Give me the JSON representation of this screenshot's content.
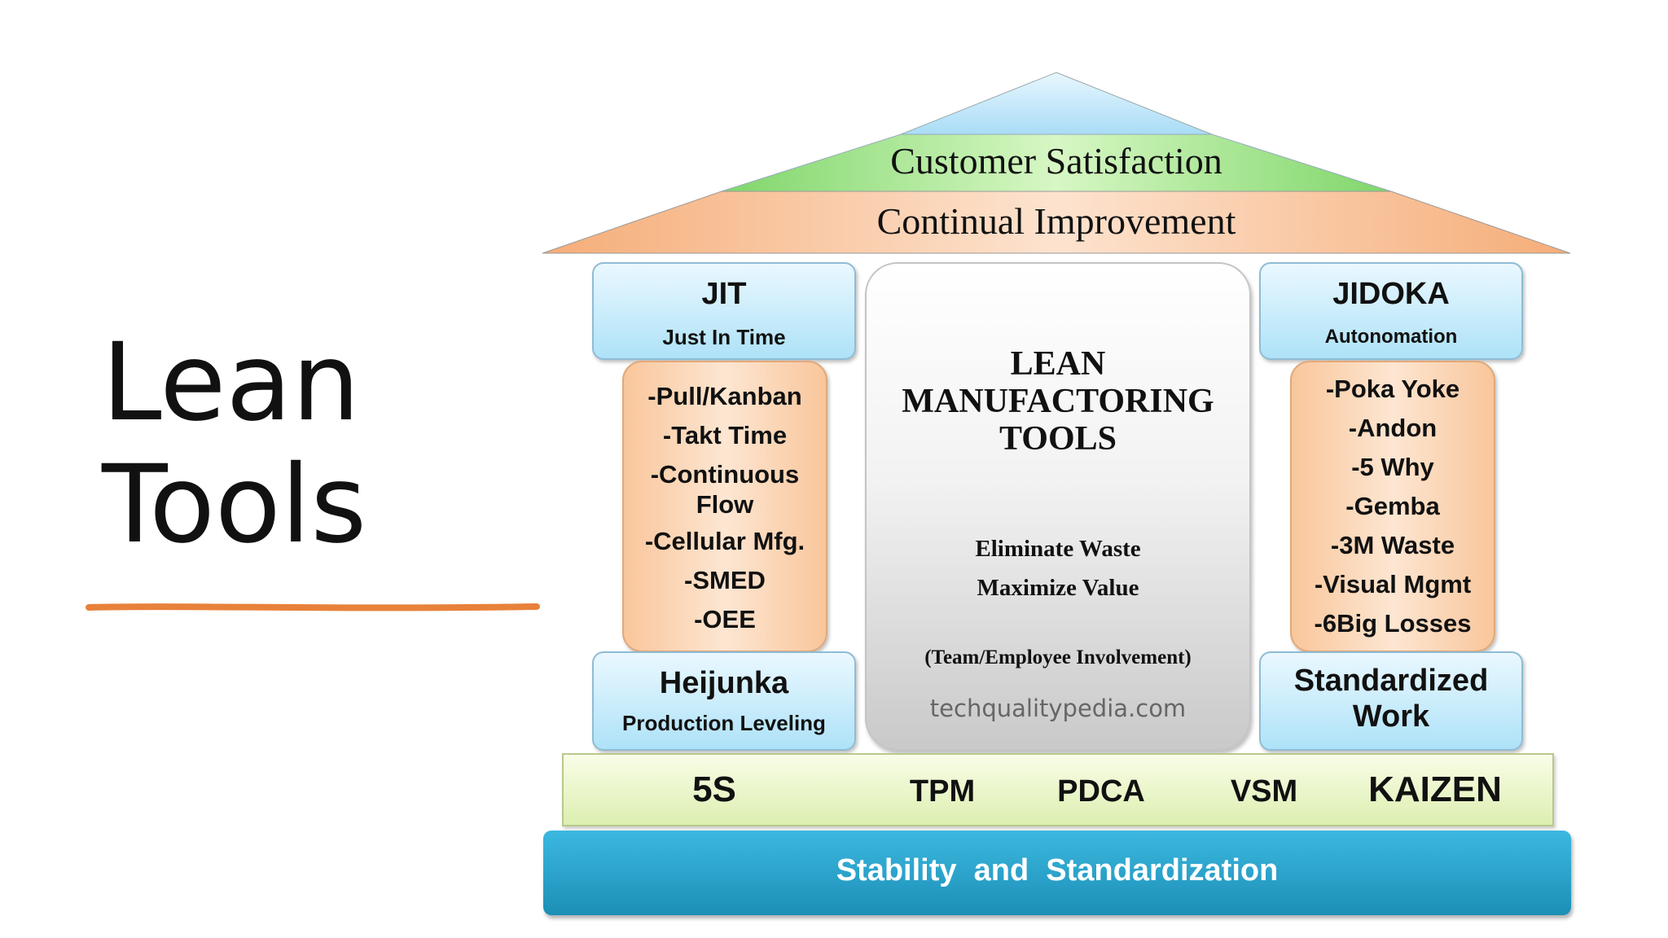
{
  "slide": {
    "title_line1": "Lean",
    "title_line2": "Tools"
  },
  "colors": {
    "underline": "#e8813a",
    "roof_top": "#bfe7fb",
    "roof_middle": "#a9e88a",
    "roof_bottom": "#f8c59c",
    "foundation": "#1f96bf"
  },
  "roof": {
    "customer_satisfaction": "Customer Satisfaction",
    "continual_improvement": "Continual Improvement"
  },
  "left_pillar": {
    "title": "JIT",
    "subtitle": "Just In Time",
    "items": [
      "-Pull/Kanban",
      "-Takt Time",
      "-Continuous",
      "Flow",
      "-Cellular Mfg.",
      "-SMED",
      "-OEE"
    ],
    "bottom_title": "Heijunka",
    "bottom_subtitle": "Production Leveling"
  },
  "right_pillar": {
    "title": "JIDOKA",
    "subtitle": "Autonomation",
    "items": [
      "-Poka Yoke",
      "-Andon",
      "-5 Why",
      "-Gemba",
      "-3M Waste",
      "-Visual Mgmt",
      "-6Big Losses"
    ],
    "bottom_title_line1": "Standardized",
    "bottom_title_line2": "Work"
  },
  "center": {
    "title_line1": "LEAN",
    "title_line2": "MANUFACTORING",
    "title_line3": "TOOLS",
    "line1": "Eliminate Waste",
    "line2": "Maximize Value",
    "line3": "(Team/Employee Involvement)",
    "watermark": "techqualitypedia.com"
  },
  "foundation_tools": [
    "5S",
    "TPM",
    "PDCA",
    "VSM",
    "KAIZEN"
  ],
  "base": {
    "label": "Stability  and  Standardization"
  }
}
